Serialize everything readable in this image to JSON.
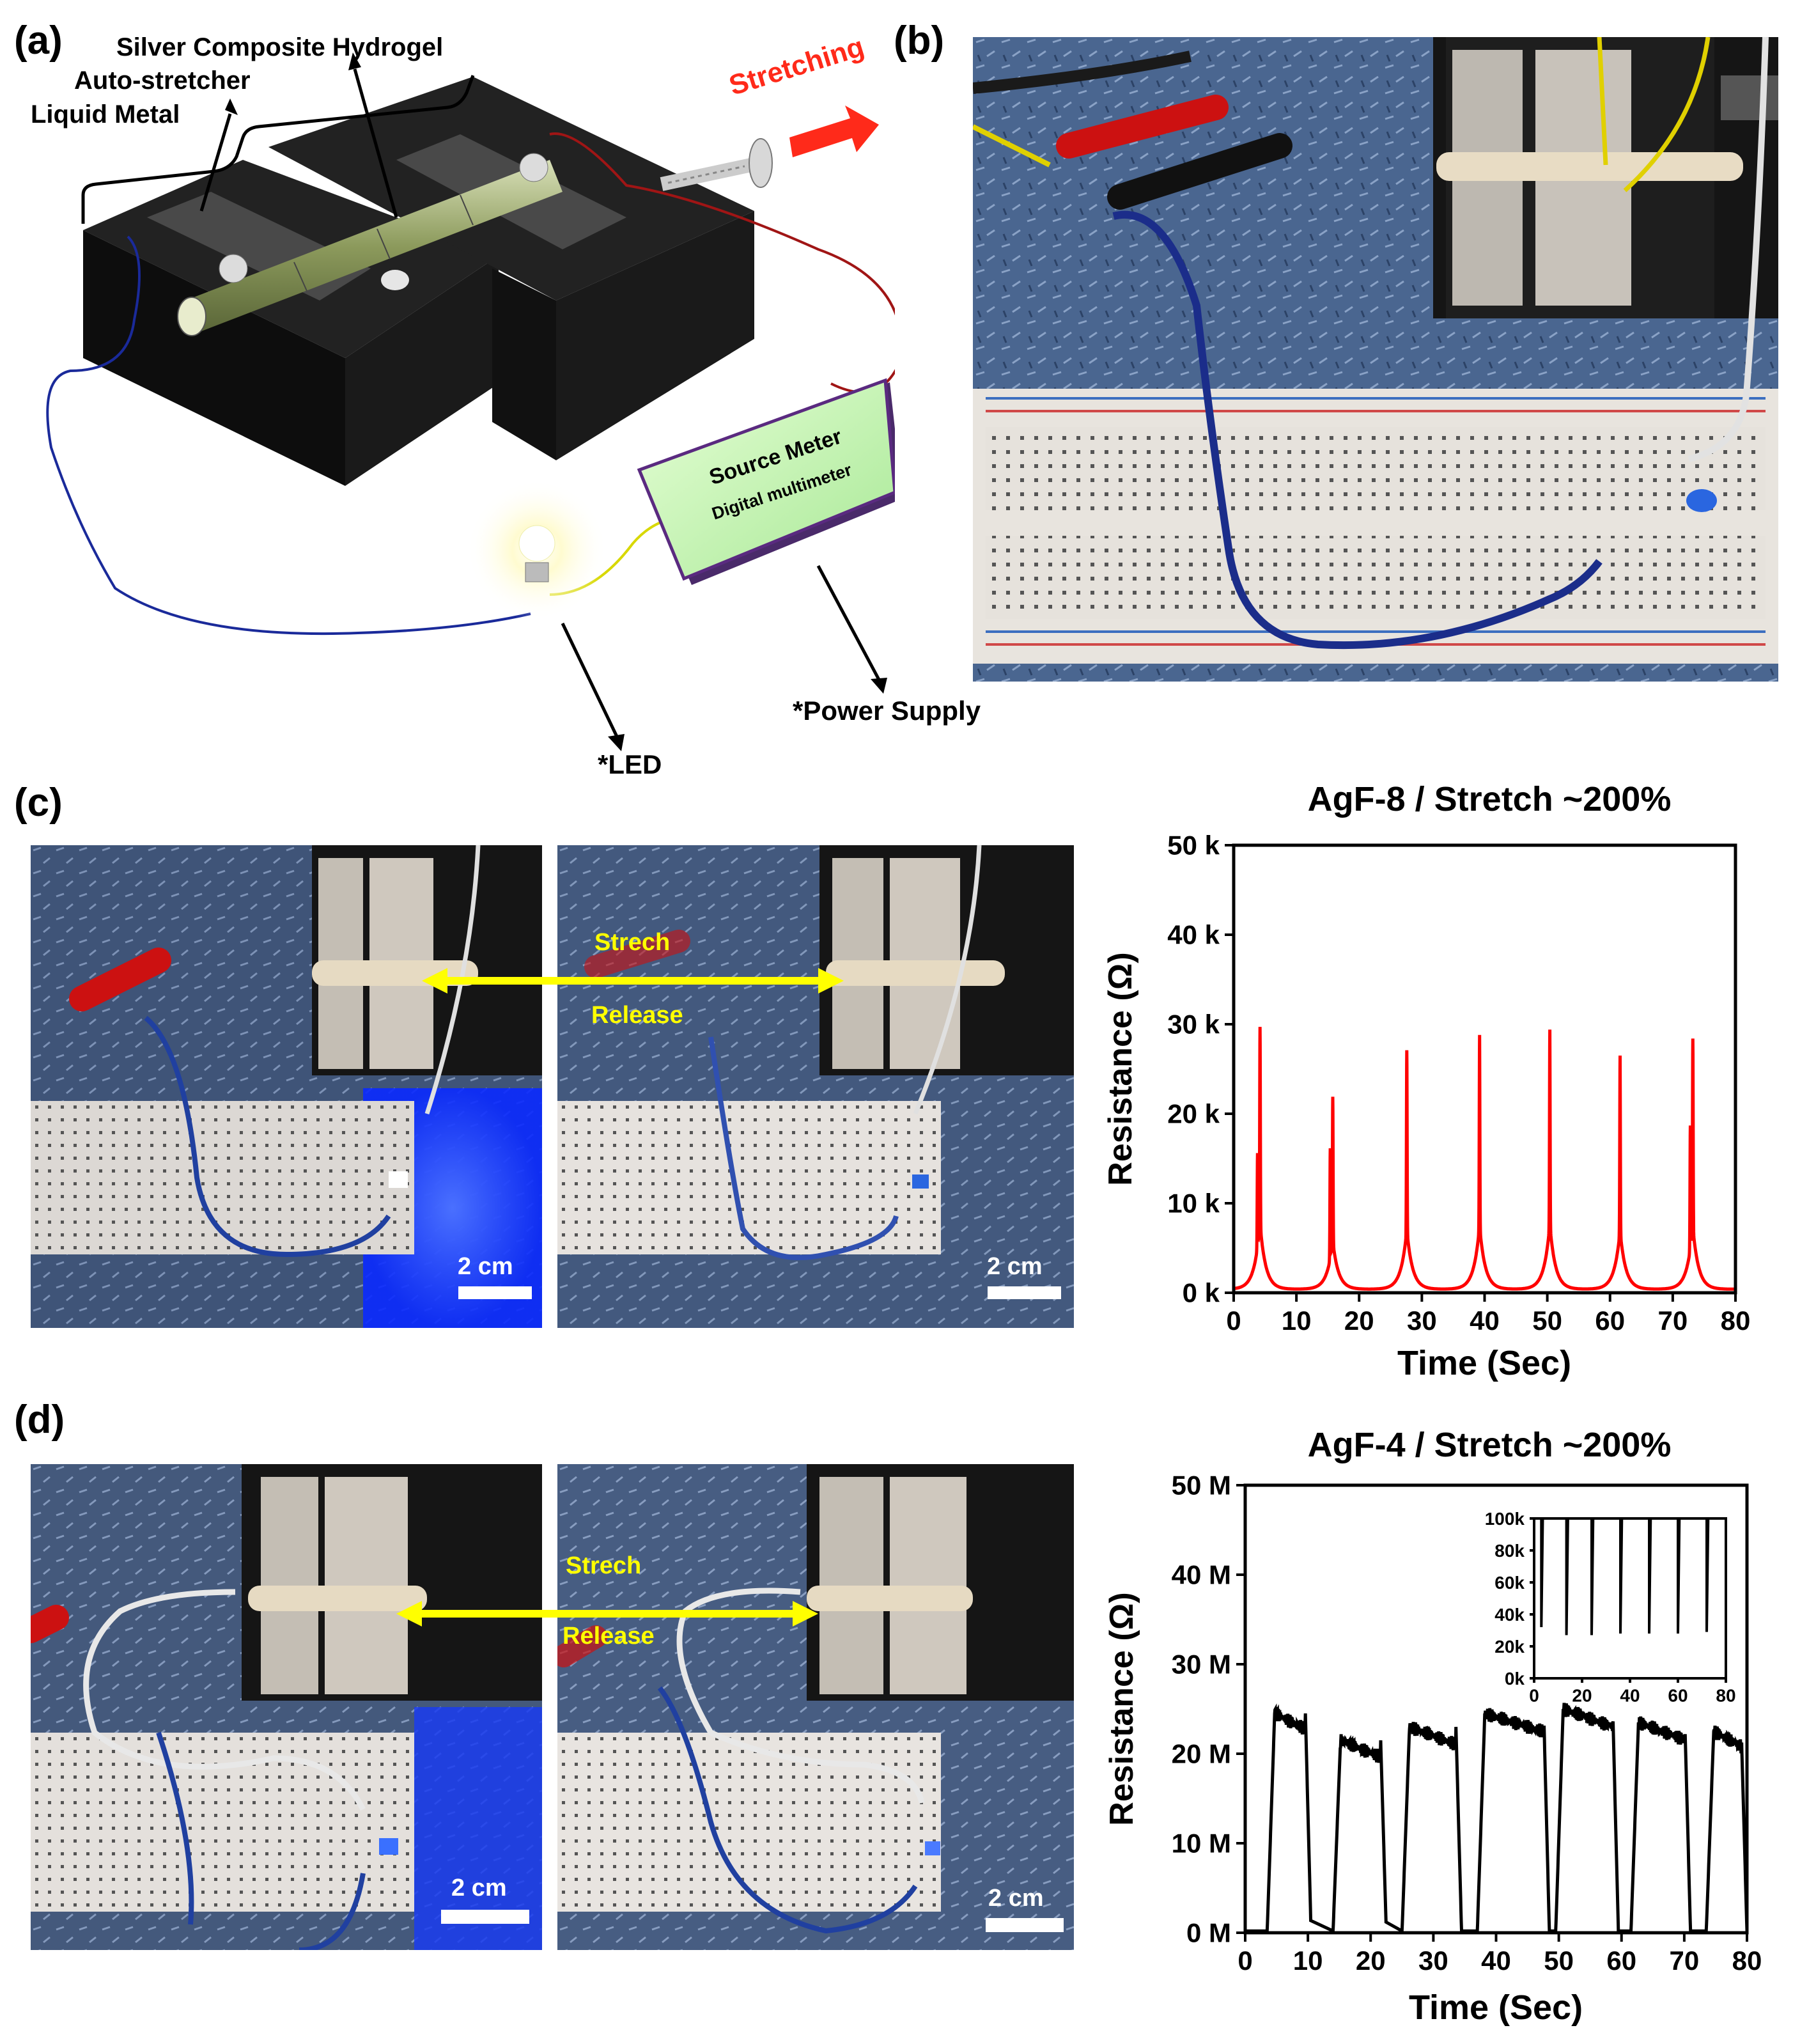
{
  "panels": {
    "a": "(a)",
    "b": "(b)",
    "c": "(c)",
    "d": "(d)"
  },
  "schematic": {
    "label_hydrogel": "Silver Composite Hydrogel",
    "label_stretcher": "Auto-stretcher",
    "label_metal": "Liquid Metal",
    "label_stretching": "Stretching",
    "meter_line1": "Source Meter",
    "meter_line2": "Digital multimeter",
    "label_power": "*Power Supply",
    "label_led": "*LED"
  },
  "photos_c": {
    "scale_left": "2 cm",
    "scale_right": "2 cm",
    "stretch": "Strech",
    "release": "Release"
  },
  "photos_d": {
    "scale_left": "2 cm",
    "scale_right": "2 cm",
    "stretch": "Strech",
    "release": "Release"
  },
  "colors": {
    "chart_c_line": "#ff0000",
    "chart_d_line": "#000000",
    "led_blue": "#1a3cff",
    "meter_fill": "#b8f0a8",
    "arrow_red": "#ff2a1a",
    "arrow_yellow": "#ffff00"
  },
  "chart_data": [
    {
      "type": "line",
      "title": "AgF-8 / Stretch ~200%",
      "xlabel": "Time (Sec)",
      "ylabel": "Resistance (Ω)",
      "xlim": [
        0,
        80
      ],
      "ylim": [
        0,
        50000
      ],
      "xticks": [
        "0",
        "10",
        "20",
        "30",
        "40",
        "50",
        "60",
        "70",
        "80"
      ],
      "yticks": [
        "0 k",
        "10 k",
        "20 k",
        "30 k",
        "40 k",
        "50 k"
      ],
      "peaks": [
        {
          "t": 4.2,
          "peak": 29300,
          "shoulder": 17500
        },
        {
          "t": 15.8,
          "peak": 21500,
          "shoulder": 20500
        },
        {
          "t": 27.6,
          "peak": 26700,
          "shoulder": 0
        },
        {
          "t": 39.2,
          "peak": 28400,
          "shoulder": 0
        },
        {
          "t": 50.4,
          "peak": 29000,
          "shoulder": 0
        },
        {
          "t": 61.6,
          "peak": 26100,
          "shoulder": 0
        },
        {
          "t": 73.2,
          "peak": 28000,
          "shoulder": 23000
        }
      ]
    },
    {
      "type": "line",
      "title": "AgF-4 / Stretch ~200%",
      "xlabel": "Time (Sec)",
      "ylabel": "Resistance (Ω)",
      "xlim": [
        0,
        80
      ],
      "ylim": [
        0,
        50000000
      ],
      "xticks": [
        "0",
        "10",
        "20",
        "30",
        "40",
        "50",
        "60",
        "70",
        "80"
      ],
      "yticks": [
        "0 M",
        "10 M",
        "20 M",
        "30 M",
        "40 M",
        "50 M"
      ],
      "plateaus": [
        {
          "start": 3.5,
          "end": 10.5,
          "level": 24500000
        },
        {
          "start": 14.0,
          "end": 22.5,
          "level": 21500000
        },
        {
          "start": 25.0,
          "end": 34.5,
          "level": 23000000
        },
        {
          "start": 37.0,
          "end": 48.5,
          "level": 24500000
        },
        {
          "start": 49.5,
          "end": 59.5,
          "level": 25000000
        },
        {
          "start": 61.5,
          "end": 71.0,
          "level": 23500000
        },
        {
          "start": 73.5,
          "end": 80.0,
          "level": 22500000
        }
      ],
      "inset": {
        "xlim": [
          0,
          80
        ],
        "ylim": [
          0,
          100000
        ],
        "xticks": [
          "0",
          "20",
          "40",
          "60",
          "80"
        ],
        "yticks": [
          "0k",
          "20k",
          "40k",
          "60k",
          "80k",
          "100k"
        ],
        "dips": [
          {
            "t": 3.0,
            "min": 32000
          },
          {
            "t": 13.5,
            "min": 27000
          },
          {
            "t": 24.0,
            "min": 27000
          },
          {
            "t": 36.0,
            "min": 28000
          },
          {
            "t": 48.0,
            "min": 28000
          },
          {
            "t": 60.0,
            "min": 28000
          },
          {
            "t": 72.0,
            "min": 29000
          }
        ]
      }
    }
  ]
}
